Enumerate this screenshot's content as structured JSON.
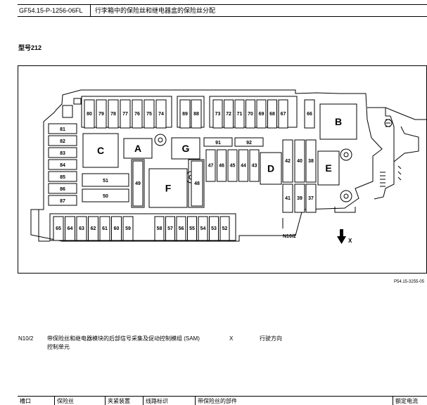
{
  "header": {
    "doc_id": "GF54.15-P-1256-06FL",
    "title": "行李箱中的保险丝和继电器盒的保险丝分配"
  },
  "model_label": "型号212",
  "figure_id": "P54.15-3255-05",
  "diagram": {
    "relay_labels": [
      "A",
      "B",
      "C",
      "D",
      "E",
      "F",
      "G"
    ],
    "fuse_numbers": [
      "37",
      "38",
      "39",
      "40",
      "41",
      "42",
      "43",
      "44",
      "45",
      "46",
      "47",
      "48",
      "49",
      "50",
      "51",
      "52",
      "53",
      "54",
      "55",
      "56",
      "57",
      "58",
      "59",
      "60",
      "61",
      "62",
      "63",
      "64",
      "65",
      "66",
      "67",
      "68",
      "69",
      "70",
      "71",
      "72",
      "73",
      "74",
      "75",
      "76",
      "77",
      "78",
      "79",
      "80",
      "81",
      "82",
      "83",
      "84",
      "85",
      "86",
      "87",
      "88",
      "89",
      "91",
      "92"
    ],
    "sam_label": "N10/2",
    "direction_label": "X"
  },
  "legend": {
    "sam_code": "N10/2",
    "sam_desc_line1": "带保险丝和继电器模块的后部信号采集及促动控制模组 (SAM)",
    "sam_desc_line2": "控制单元",
    "x_code": "X",
    "x_desc": "行驶方向"
  },
  "table_header": [
    "槽口",
    "保险丝",
    "夹紧装置",
    "线路标识",
    "带保险丝的部件",
    "额定电流"
  ]
}
